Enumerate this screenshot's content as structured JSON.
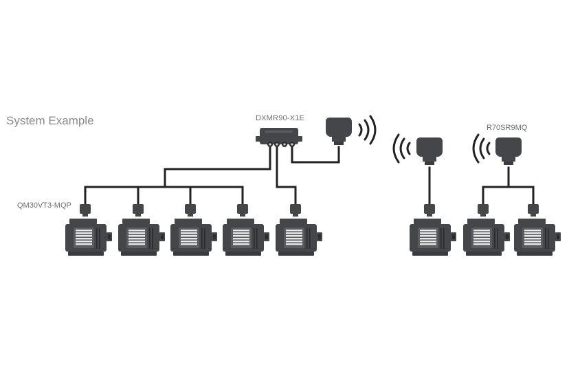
{
  "title": "System Example",
  "labels": {
    "hub": "DXMR90-X1E",
    "sensor": "QM30VT3-MQP",
    "gateway": "R70SR9MQ"
  },
  "colors": {
    "device": "#444649",
    "device_light": "#5a5c60",
    "grille": "#e9e9e9",
    "wire": "#222222",
    "text": "#6e6e6e"
  },
  "icons": {
    "motor": "motor-icon",
    "sensor": "vibration-sensor-icon",
    "radio": "wireless-radio-icon",
    "hub": "controller-hub-icon",
    "waves": "wireless-signal-icon"
  }
}
